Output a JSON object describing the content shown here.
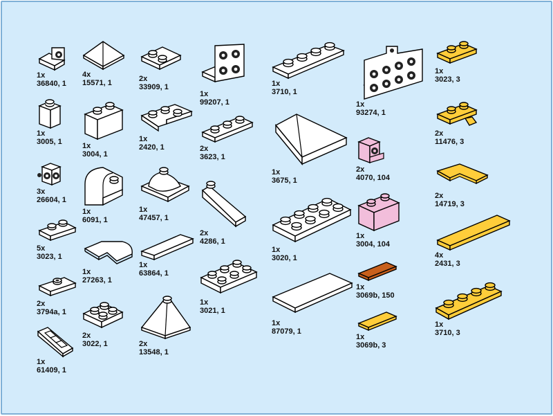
{
  "colors": {
    "background": "#d3ebfb",
    "frame": "#7fb0d6",
    "white": "#ffffff",
    "pink": "#f2bedb",
    "orange": "#c8601c",
    "yellow": "#ffcd3a"
  },
  "parts": [
    {
      "qty": "1x",
      "code": "36840, 1",
      "color": "white",
      "shape": "bracket-1x1-icon"
    },
    {
      "qty": "1x",
      "code": "3005, 1",
      "color": "white",
      "shape": "brick-1x1-icon"
    },
    {
      "qty": "3x",
      "code": "26604, 1",
      "color": "white",
      "shape": "brick-1x1-studs-sides-icon"
    },
    {
      "qty": "5x",
      "code": "3023, 1",
      "color": "white",
      "shape": "plate-1x2-icon"
    },
    {
      "qty": "2x",
      "code": "3794a, 1",
      "color": "white",
      "shape": "jumper-plate-1x2-icon"
    },
    {
      "qty": "1x",
      "code": "61409, 1",
      "color": "white",
      "shape": "grille-slope-icon"
    },
    {
      "qty": "4x",
      "code": "15571, 1",
      "color": "white",
      "shape": "pyramid-tile-icon"
    },
    {
      "qty": "1x",
      "code": "3004, 1",
      "color": "white",
      "shape": "brick-1x2-icon"
    },
    {
      "qty": "1x",
      "code": "6091, 1",
      "color": "white",
      "shape": "curved-brick-icon"
    },
    {
      "qty": "1x",
      "code": "27263, 1",
      "color": "white",
      "shape": "rounded-tile-icon"
    },
    {
      "qty": "2x",
      "code": "3022, 1",
      "color": "white",
      "shape": "plate-2x2-icon"
    },
    {
      "qty": "2x",
      "code": "33909, 1",
      "color": "white",
      "shape": "tile-2x2-corner-icon"
    },
    {
      "qty": "1x",
      "code": "2420, 1",
      "color": "white",
      "shape": "corner-plate-icon"
    },
    {
      "qty": "1x",
      "code": "47457, 1",
      "color": "white",
      "shape": "curved-slope-plate-icon"
    },
    {
      "qty": "1x",
      "code": "63864, 1",
      "color": "white",
      "shape": "tile-1x3-icon"
    },
    {
      "qty": "2x",
      "code": "13548, 1",
      "color": "white",
      "shape": "wedge-slope-icon"
    },
    {
      "qty": "1x",
      "code": "99207, 1",
      "color": "white",
      "shape": "bracket-2x2-icon"
    },
    {
      "qty": "2x",
      "code": "3623, 1",
      "color": "white",
      "shape": "plate-1x3-icon"
    },
    {
      "qty": "2x",
      "code": "4286, 1",
      "color": "white",
      "shape": "slope-1x3-icon"
    },
    {
      "qty": "1x",
      "code": "3021, 1",
      "color": "white",
      "shape": "plate-2x3-icon"
    },
    {
      "qty": "1x",
      "code": "3710, 1",
      "color": "white",
      "shape": "plate-1x4-icon"
    },
    {
      "qty": "1x",
      "code": "3675, 1",
      "color": "white",
      "shape": "slope-corner-icon"
    },
    {
      "qty": "1x",
      "code": "3020, 1",
      "color": "white",
      "shape": "plate-2x4-icon"
    },
    {
      "qty": "1x",
      "code": "87079, 1",
      "color": "white",
      "shape": "tile-2x4-icon"
    },
    {
      "qty": "1x",
      "code": "93274, 1",
      "color": "white",
      "shape": "bracket-2x4-icon"
    },
    {
      "qty": "2x",
      "code": "4070, 104",
      "color": "pink",
      "shape": "brick-headlight-icon"
    },
    {
      "qty": "1x",
      "code": "3004, 104",
      "color": "pink",
      "shape": "brick-1x2-icon"
    },
    {
      "qty": "1x",
      "code": "3069b, 150",
      "color": "orange",
      "shape": "tile-1x2-icon"
    },
    {
      "qty": "1x",
      "code": "3069b, 3",
      "color": "yellow",
      "shape": "tile-1x2-icon"
    },
    {
      "qty": "1x",
      "code": "3023, 3",
      "color": "yellow",
      "shape": "plate-1x2-icon"
    },
    {
      "qty": "2x",
      "code": "11476, 3",
      "color": "yellow",
      "shape": "plate-clip-icon"
    },
    {
      "qty": "2x",
      "code": "14719, 3",
      "color": "yellow",
      "shape": "tile-corner-icon"
    },
    {
      "qty": "4x",
      "code": "2431, 3",
      "color": "yellow",
      "shape": "tile-1x4-icon"
    },
    {
      "qty": "1x",
      "code": "3710, 3",
      "color": "yellow",
      "shape": "plate-1x4-icon"
    }
  ]
}
